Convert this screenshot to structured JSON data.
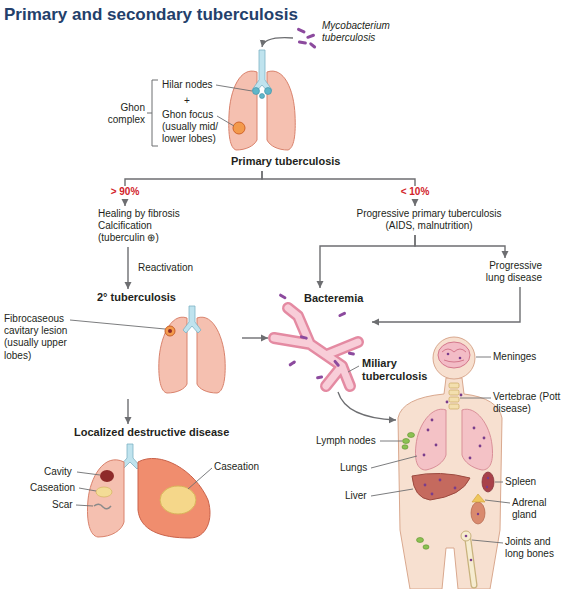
{
  "diagram": {
    "title": "Primary and secondary tuberculosis",
    "nodes": [
      {
        "text": [
          "Primary tuberculosis"
        ]
      },
      {
        "text": [
          "Healing by fibrosis Calcification (tuberculin ⊕)"
        ]
      },
      {
        "text": [
          "Progressive primary tuberculosis (AIDS, malnutrition)"
        ]
      },
      {
        "text": [
          "2° tuberculosis"
        ]
      },
      {
        "text": [
          "Progressive lung disease"
        ]
      },
      {
        "text": [
          "Bacteremia"
        ]
      },
      {
        "text": [
          "Localized destructive disease"
        ]
      }
    ],
    "edges": [
      {
        "from": 0,
        "to": 1,
        "arrow": "to",
        "label": "> 90%"
      },
      {
        "from": 0,
        "to": 2,
        "arrow": "to",
        "label": "< 10%"
      },
      {
        "from": 1,
        "to": 3,
        "arrow": "to",
        "label": "Reactivation"
      },
      {
        "from": 2,
        "to": 5,
        "arrow": "to"
      },
      {
        "from": 2,
        "to": 4,
        "arrow": "to"
      },
      {
        "from": 4,
        "to": 5,
        "arrow": "to"
      },
      {
        "from": 3,
        "to": 5,
        "arrow": "to"
      },
      {
        "from": 3,
        "to": 6,
        "arrow": "to"
      }
    ],
    "labels": [
      "Mycobacterium tuberculosis",
      "Hilar nodes",
      "+",
      "Ghon focus (usually mid/ lower lobes)",
      "Ghon complex",
      "Fibrocaseous cavitary lesion (usually upper lobes)",
      "Miliary tuberculosis",
      "Cavity",
      "Caseation",
      "Scar",
      "Caseation",
      "Meninges",
      "Vertebrae (Pott disease)",
      "Lymph nodes",
      "Lungs",
      "Liver",
      "Spleen",
      "Adrenal gland",
      "Joints and long bones"
    ]
  }
}
